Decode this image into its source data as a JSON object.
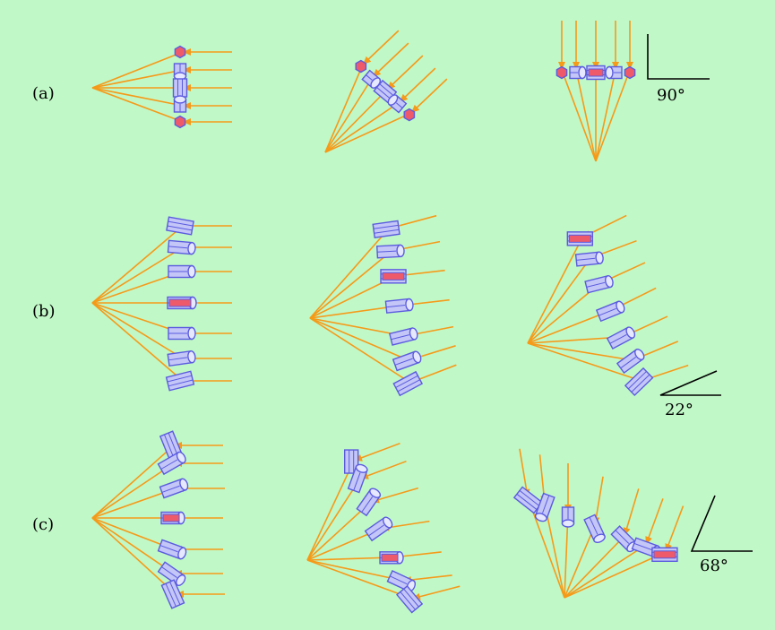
{
  "rows": [
    {
      "label": "(a)"
    },
    {
      "label": "(b)"
    },
    {
      "label": "(c)"
    }
  ],
  "angles": [
    {
      "text": "90°",
      "row": 0
    },
    {
      "text": "22°",
      "row": 1
    },
    {
      "text": "68°",
      "row": 2
    }
  ],
  "colors": {
    "background": "#c1f8c7",
    "ray": "#f59a19",
    "crystal_fill": "#c3c6f7",
    "crystal_edge": "#5b5bdf",
    "crystal_face": "#ee5a6a"
  }
}
